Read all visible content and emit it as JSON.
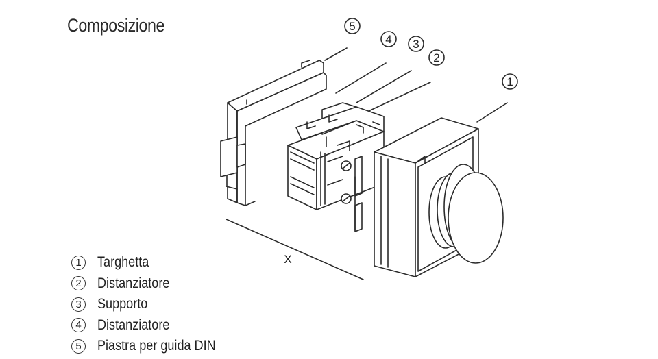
{
  "title": "Composizione",
  "dimension_label": "X",
  "callouts": [
    "5",
    "4",
    "3",
    "2",
    "1"
  ],
  "legend": [
    {
      "num": "1",
      "label": "Targhetta"
    },
    {
      "num": "2",
      "label": "Distanziatore"
    },
    {
      "num": "3",
      "label": "Supporto"
    },
    {
      "num": "4",
      "label": "Distanziatore"
    },
    {
      "num": "5",
      "label": "Piastra per guida DIN"
    }
  ]
}
